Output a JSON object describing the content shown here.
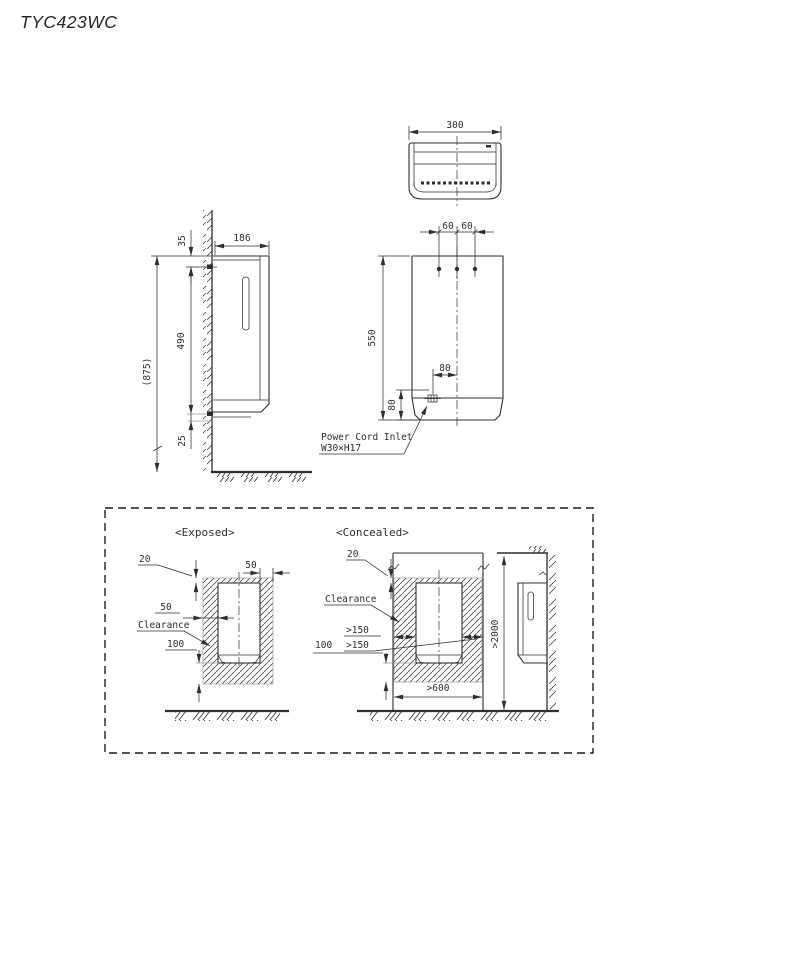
{
  "title": "TYC423WC",
  "colors": {
    "line": "#2f2f2f",
    "background": "#ffffff"
  },
  "top_view": {
    "width_dim": "300"
  },
  "front_view": {
    "hole_spacing_left": "60",
    "hole_spacing_right": "60",
    "height_dim": "550",
    "inlet_offset_dim": "80",
    "inlet_rise_dim": "80",
    "inlet_label_line1": "Power Cord Inlet",
    "inlet_label_line2": "W30×H17"
  },
  "side_view": {
    "top_dim": "35",
    "depth_dim": "186",
    "span_dim": "490",
    "overall_dim": "(875)",
    "bottom_dim": "25"
  },
  "installation": {
    "exposed": {
      "label": "<Exposed>",
      "top_clearance": "20",
      "right_clearance": "50",
      "left_clearance": "50",
      "clearance_label": "Clearance",
      "bottom_clearance": "100"
    },
    "concealed": {
      "label": "<Concealed>",
      "top_clearance": "20",
      "clearance_label": "Clearance",
      "side_clearance_left": ">150",
      "side_clearance_right": ">150",
      "bottom_clearance": "100",
      "niche_width": ">600",
      "height_clearance": ">2000"
    }
  }
}
